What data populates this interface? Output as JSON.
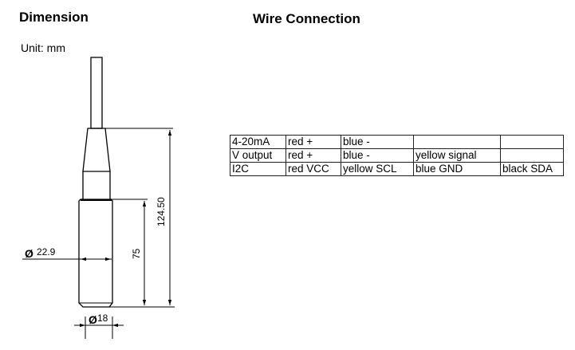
{
  "dimension": {
    "title": "Dimension",
    "unit_label": "Unit: mm",
    "labels": {
      "total_length": "124.50",
      "body_length": "75",
      "outer_diameter": "22.9",
      "body_diameter": "18",
      "diameter_symbol": "Ø"
    }
  },
  "wire_connection": {
    "title": "Wire Connection",
    "rows": [
      [
        "4-20mA",
        "red +",
        "blue -",
        "",
        ""
      ],
      [
        "V output",
        "red +",
        "blue -",
        "yellow signal",
        ""
      ],
      [
        "I2C",
        "red VCC",
        "yellow SCL",
        "blue GND",
        "black SDA"
      ]
    ]
  }
}
